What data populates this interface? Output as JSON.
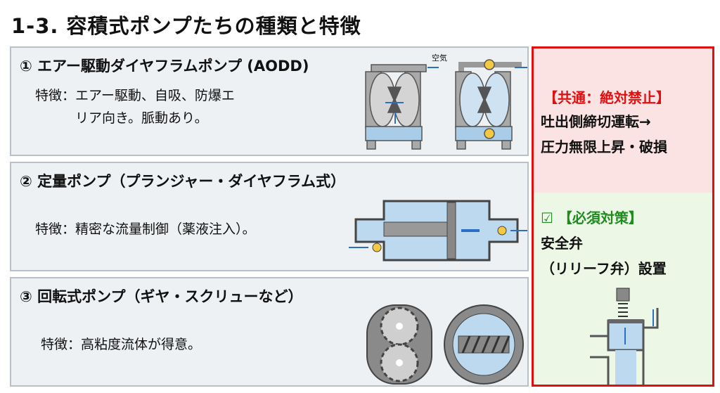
{
  "title": "1-3. 容積式ポンプたちの種類と特徴",
  "panels": [
    {
      "heading": "① エアー駆動ダイヤフラムポンプ (AODD)",
      "feature": "特徴：エアー駆動、自吸、防爆エ\n　　　リア向き。脈動あり。",
      "label_air": "空気"
    },
    {
      "heading": "② 定量ポンプ（プランジャー・ダイヤフラム式）",
      "feature": "特徴：精密な流量制御（薬液注入）。"
    },
    {
      "heading": "③ 回転式ポンプ（ギヤ・スクリューなど）",
      "feature": "特徴：高粘度流体が得意。"
    }
  ],
  "warning": {
    "heading": "【共通：絶対禁止】",
    "body": "吐出側締切運転→\n圧力無限上昇・破損"
  },
  "measure": {
    "heading": "☑ 【必須対策】",
    "body": "安全弁\n（リリーフ弁）設置"
  },
  "colors": {
    "accent_red": "#e01010",
    "accent_green": "#1f8a1f",
    "fluid": "#a9cde9"
  }
}
